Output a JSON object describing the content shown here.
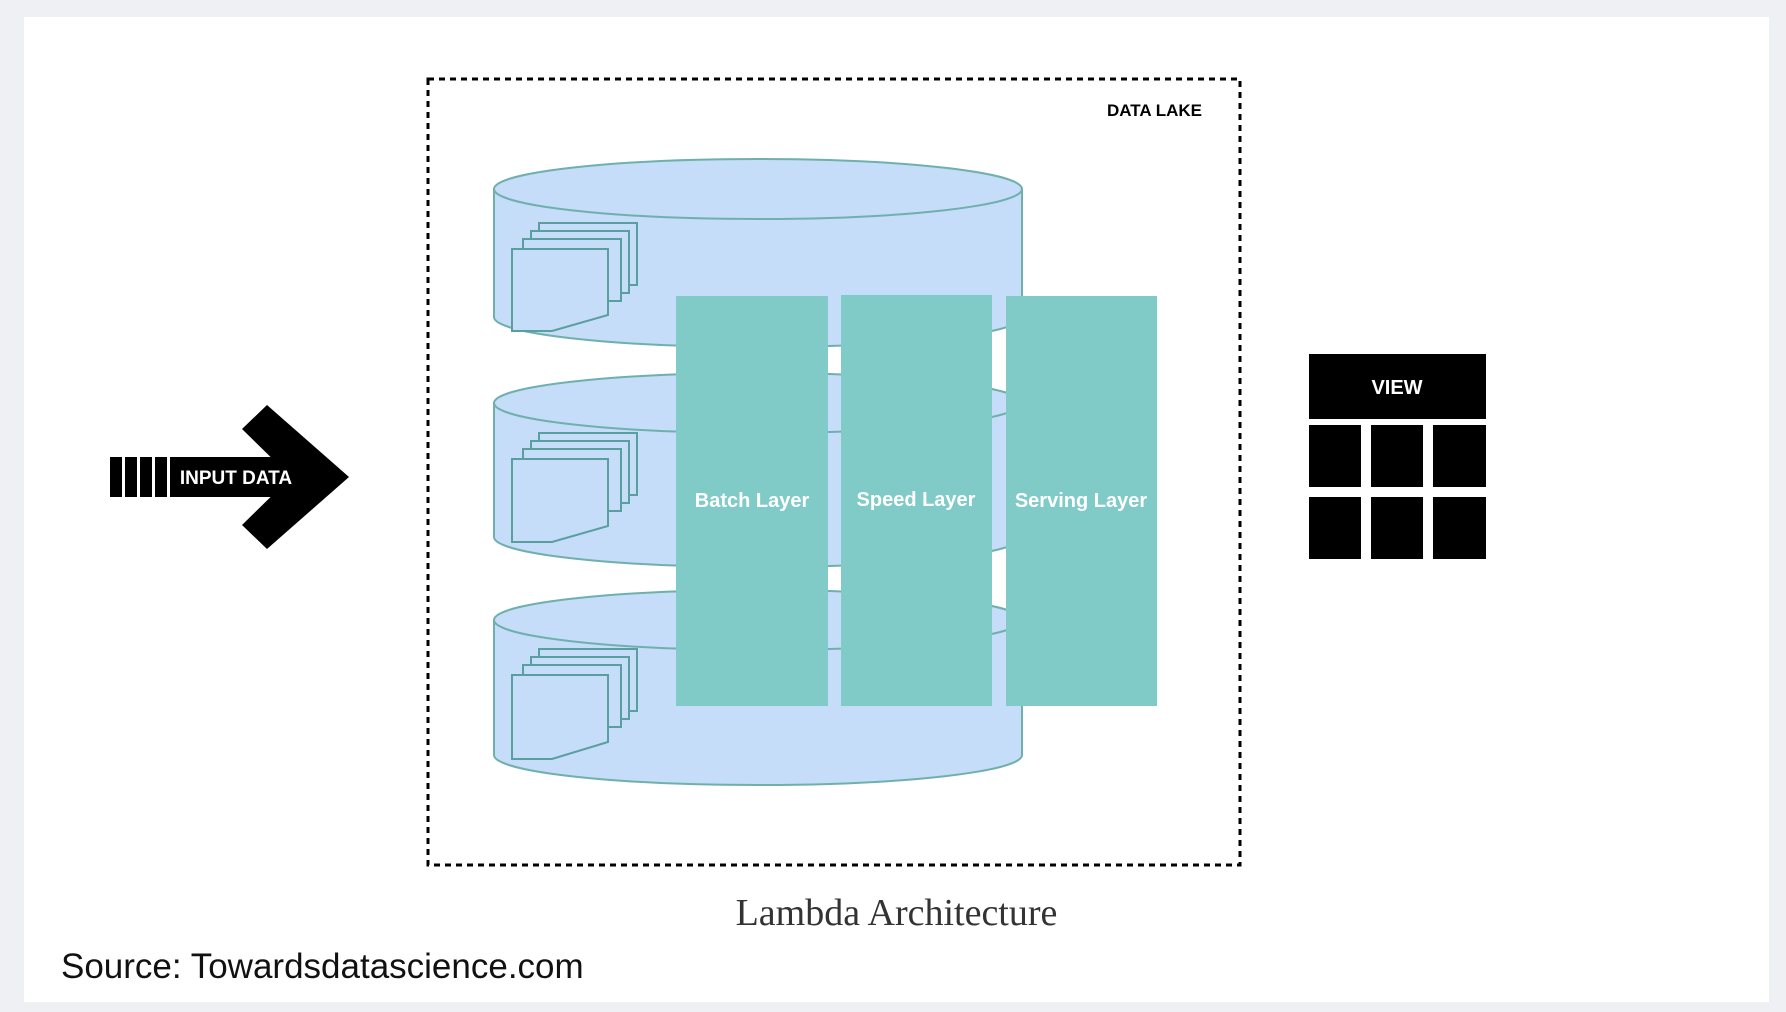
{
  "diagram": {
    "input_label": "INPUT DATA",
    "data_lake_label": "DATA LAKE",
    "layers": [
      {
        "label": "Batch Layer"
      },
      {
        "label": "Speed Layer"
      },
      {
        "label": "Serving Layer"
      }
    ],
    "view_label": "VIEW",
    "caption": "Lambda Architecture",
    "source": "Source: Towardsdatascience.com"
  },
  "colors": {
    "cylinder_fill": "#c5ddf8",
    "cylinder_stroke": "#6fb0ad",
    "layer_fill": "#80cac8",
    "layer_text": "#ffffff",
    "ink": "#000000"
  }
}
